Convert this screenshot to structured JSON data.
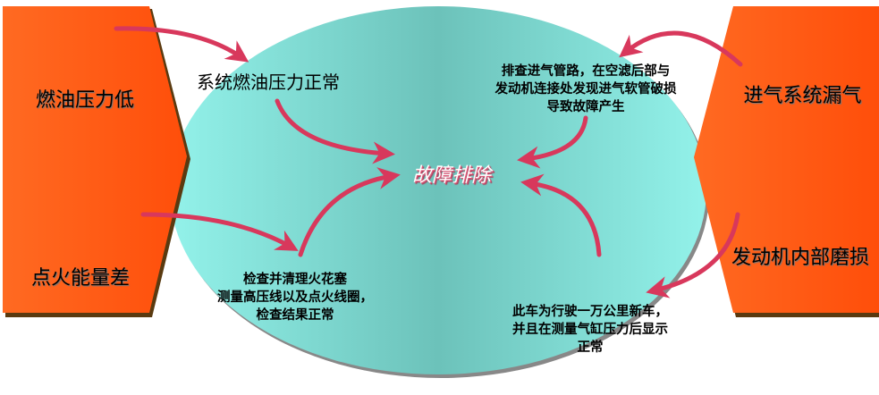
{
  "center_label": "故障排除",
  "causes": {
    "fuel_pressure_low": "燃油压力低",
    "ignition_weak": "点火能量差",
    "intake_leak": "进气系统漏气",
    "engine_wear": "发动机内部磨损"
  },
  "findings": {
    "fuel": "系统燃油压力正常",
    "intake": [
      "排查进气管路，在空滤后部与",
      "发动机连接处发现进气软管破损",
      "导致故障产生"
    ],
    "ignition": [
      "检查并清理火花塞",
      "测量高压线以及点火线圈，",
      "检查结果正常"
    ],
    "engine": [
      "此车为行驶一万公里新车，",
      "并且在测量气缸压力后显示",
      "正常"
    ]
  },
  "colors": {
    "panel": "#ff5a14",
    "ellipse": "#8eeee5",
    "arrow": "#d8385c"
  }
}
